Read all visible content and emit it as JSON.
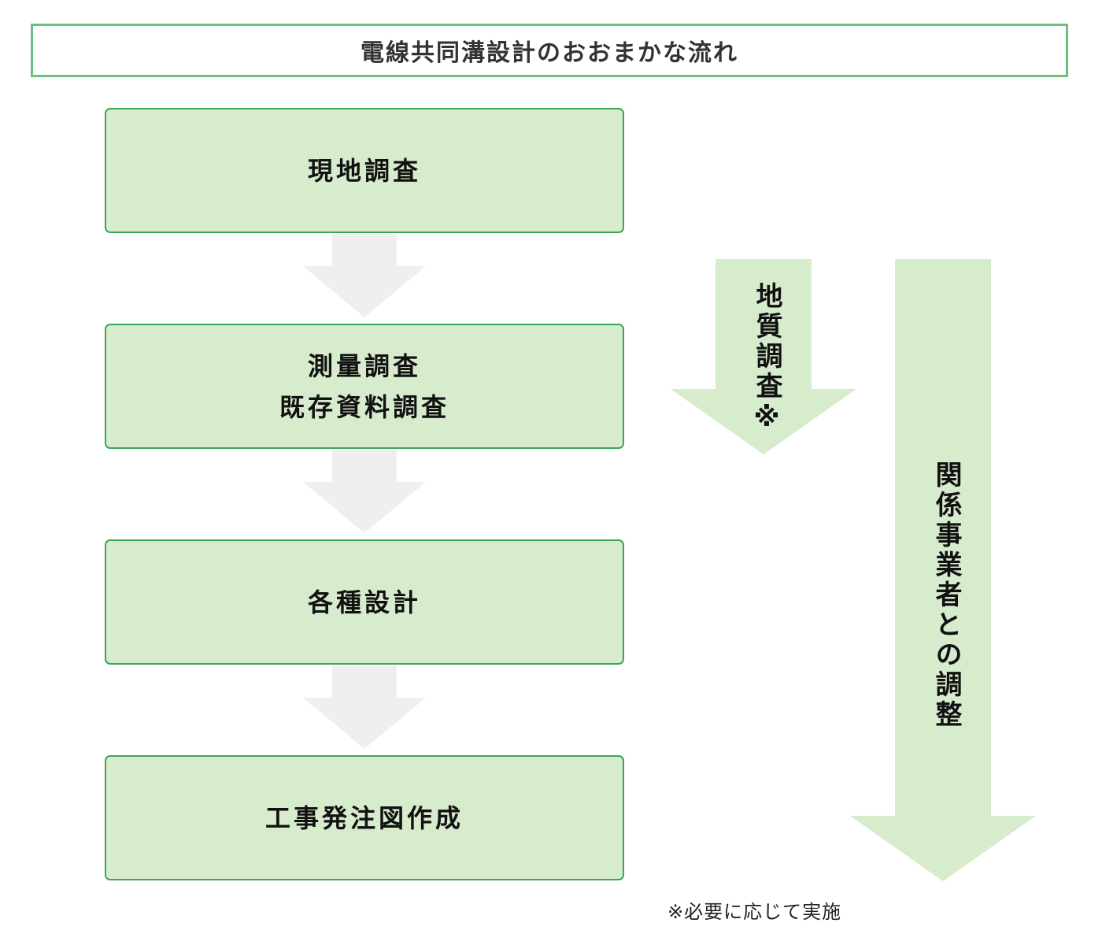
{
  "title": "電線共同溝設計のおおまかな流れ",
  "steps": [
    {
      "lines": [
        "現地調査"
      ]
    },
    {
      "lines": [
        "測量調査",
        "既存資料調査"
      ]
    },
    {
      "lines": [
        "各種設計"
      ]
    },
    {
      "lines": [
        "工事発注図作成"
      ]
    }
  ],
  "side_arrows": {
    "geology": "地質調査※",
    "coordination": "関係事業者との調整"
  },
  "footnote": "※必要に応じて実施",
  "colors": {
    "title_border": "#6cc07e",
    "box_fill": "#d7ebcd",
    "box_border": "#3aa757",
    "flow_arrow": "#efefef",
    "side_arrow": "#d7ebcd"
  }
}
